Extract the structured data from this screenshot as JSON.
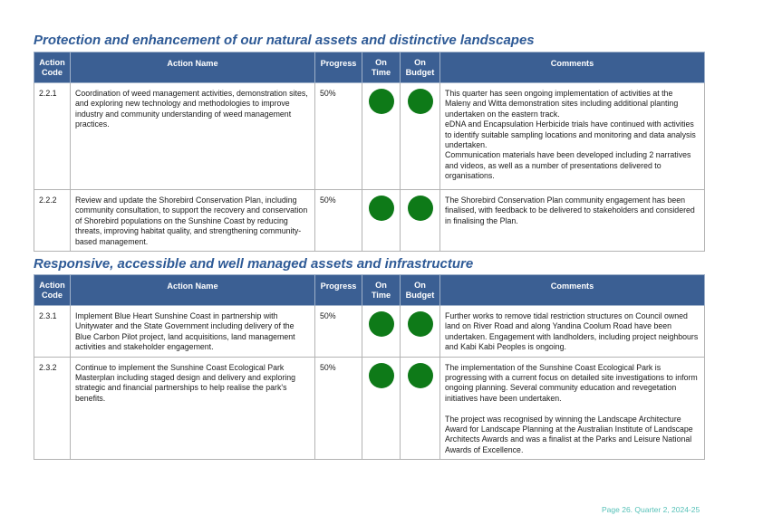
{
  "headers": {
    "action_code": "Action Code",
    "action_name": "Action Name",
    "progress": "Progress",
    "on_time": "On Time",
    "on_budget": "On Budget",
    "comments": "Comments"
  },
  "colors": {
    "header_bg": "#3b5f93",
    "title": "#2e5a96",
    "status_green": "#0e7a18",
    "footer": "#56c1b8"
  },
  "sections": [
    {
      "title": "Protection and enhancement of our natural assets and distinctive landscapes",
      "rows": [
        {
          "code": "2.2.1",
          "name": "Coordination of weed management activities, demonstration sites, and exploring new technology and methodologies to improve industry and community understanding of weed management practices.",
          "progress": "50%",
          "on_time": "green",
          "on_budget": "green",
          "comments": [
            "This quarter has seen ongoing implementation of activities at the Maleny and Witta demonstration sites including additional planting undertaken on the eastern track.",
            "eDNA and Encapsulation Herbicide trials have continued with activities to identify suitable sampling locations and monitoring and data analysis undertaken.",
            "Communication materials have been developed including 2 narratives and videos, as well as a number of presentations delivered to organisations."
          ]
        },
        {
          "code": "2.2.2",
          "name": "Review and update the Shorebird Conservation Plan, including community consultation, to support the recovery and conservation of Shorebird populations on the Sunshine Coast by reducing threats, improving habitat quality, and strengthening community-based management.",
          "progress": "50%",
          "on_time": "green",
          "on_budget": "green",
          "comments": [
            "The Shorebird Conservation Plan community engagement has been finalised, with feedback to be delivered to stakeholders and considered in finalising the Plan."
          ]
        }
      ]
    },
    {
      "title": "Responsive, accessible and well managed assets and infrastructure",
      "rows": [
        {
          "code": "2.3.1",
          "name": "Implement Blue Heart Sunshine Coast in partnership with Unitywater and the State Government including delivery of the Blue Carbon Pilot project, land acquisitions, land management activities and stakeholder engagement.",
          "progress": "50%",
          "on_time": "green",
          "on_budget": "green",
          "comments": [
            "Further works to remove tidal restriction structures on Council owned land on River Road and along Yandina Coolum Road have been undertaken. Engagement with landholders, including project neighbours and Kabi Kabi Peoples is ongoing."
          ]
        },
        {
          "code": "2.3.2",
          "name": "Continue to implement the Sunshine Coast Ecological Park Masterplan including staged design and delivery and exploring strategic and financial partnerships to help realise the park's benefits.",
          "progress": "50%",
          "on_time": "green",
          "on_budget": "green",
          "comments": [
            "The implementation of the Sunshine Coast Ecological Park is progressing with a current focus on detailed site investigations to inform ongoing planning. Several community education and revegetation initiatives have been undertaken.",
            "",
            "The project was recognised by winning the Landscape Architecture Award for Landscape Planning at the Australian Institute of Landscape Architects Awards and was a finalist at the Parks and Leisure National Awards of Excellence."
          ]
        }
      ]
    }
  ],
  "footer": "Page 26. Quarter 2, 2024-25"
}
